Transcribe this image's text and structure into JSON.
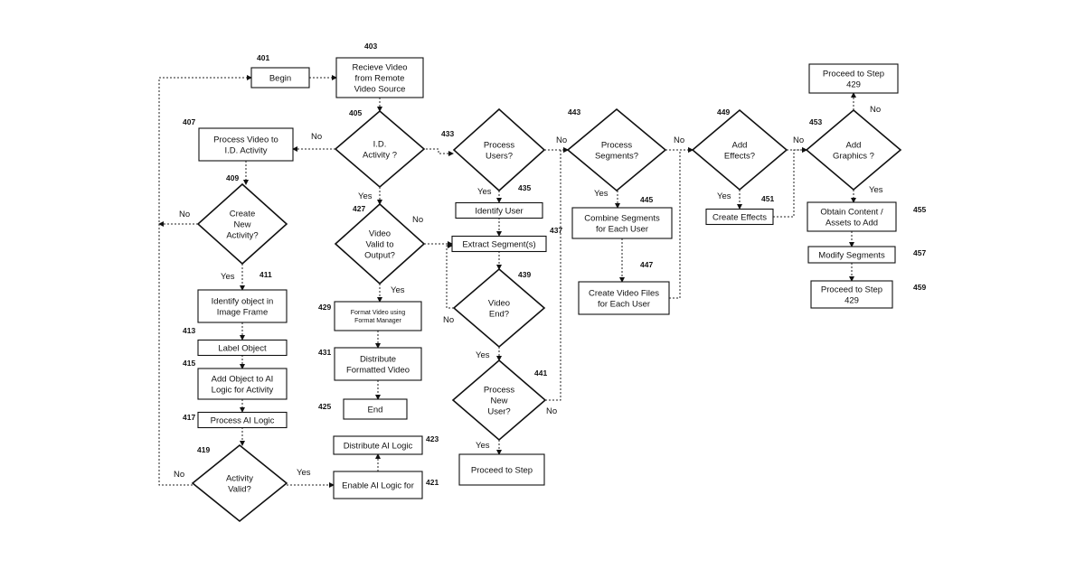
{
  "nodes": {
    "n401": {
      "num": "401",
      "lines": [
        "Begin"
      ]
    },
    "n403": {
      "num": "403",
      "lines": [
        "Recieve Video",
        "from Remote",
        "Video Source"
      ]
    },
    "n405": {
      "num": "405",
      "lines": [
        "I.D.",
        "Activity ?"
      ]
    },
    "n407": {
      "num": "407",
      "lines": [
        "Process Video to",
        "I.D. Activity"
      ]
    },
    "n409": {
      "num": "409",
      "lines": [
        "Create",
        "New",
        "Activity?"
      ]
    },
    "n411": {
      "num": "411",
      "lines": [
        "Identify object in",
        "Image Frame"
      ]
    },
    "n413": {
      "num": "413",
      "lines": [
        "Label Object"
      ]
    },
    "n415": {
      "num": "415",
      "lines": [
        "Add Object to AI",
        "Logic for Activity"
      ]
    },
    "n417": {
      "num": "417",
      "lines": [
        "Process AI Logic"
      ]
    },
    "n419": {
      "num": "419",
      "lines": [
        "Activity",
        "Valid?"
      ]
    },
    "n421": {
      "num": "421",
      "lines": [
        "Enable AI Logic for"
      ]
    },
    "n423": {
      "num": "423",
      "lines": [
        "Distribute AI Logic"
      ]
    },
    "n425": {
      "num": "425",
      "lines": [
        "End"
      ]
    },
    "n427": {
      "num": "427",
      "lines": [
        "Video",
        "Valid to",
        "Output?"
      ]
    },
    "n429": {
      "num": "429",
      "lines": [
        "Format Video using",
        "Format Manager"
      ]
    },
    "n431": {
      "num": "431",
      "lines": [
        "Distribute",
        "Formatted Video"
      ]
    },
    "n433": {
      "num": "433",
      "lines": [
        "Process",
        "Users?"
      ]
    },
    "n435": {
      "num": "435",
      "lines": [
        "Identify User"
      ]
    },
    "n437": {
      "num": "437",
      "lines": [
        "Extract Segment(s)"
      ]
    },
    "n439": {
      "num": "439",
      "lines": [
        "Video",
        "End?"
      ]
    },
    "n441": {
      "num": "441",
      "lines": [
        "Process",
        "New",
        "User?"
      ]
    },
    "nProceed": {
      "num": "",
      "lines": [
        "Proceed to Step"
      ]
    },
    "n443": {
      "num": "443",
      "lines": [
        "Process",
        "Segments?"
      ]
    },
    "n445": {
      "num": "445",
      "lines": [
        "Combine Segments",
        "for Each User"
      ]
    },
    "n447": {
      "num": "447",
      "lines": [
        "Create Video Files",
        "for Each User"
      ]
    },
    "n449": {
      "num": "449",
      "lines": [
        "Add",
        "Effects?"
      ]
    },
    "n451": {
      "num": "451",
      "lines": [
        "Create Effects"
      ]
    },
    "n453": {
      "num": "453",
      "lines": [
        "Add",
        "Graphics ?"
      ]
    },
    "nTop429": {
      "num": "",
      "lines": [
        "Proceed to Step",
        "429"
      ]
    },
    "n455": {
      "num": "455",
      "lines": [
        "Obtain Content /",
        "Assets to Add"
      ]
    },
    "n457": {
      "num": "457",
      "lines": [
        "Modify Segments"
      ]
    },
    "n459": {
      "num": "459",
      "lines": [
        "Proceed to Step",
        "429"
      ]
    }
  },
  "edge_labels": {
    "yes": "Yes",
    "no": "No"
  }
}
